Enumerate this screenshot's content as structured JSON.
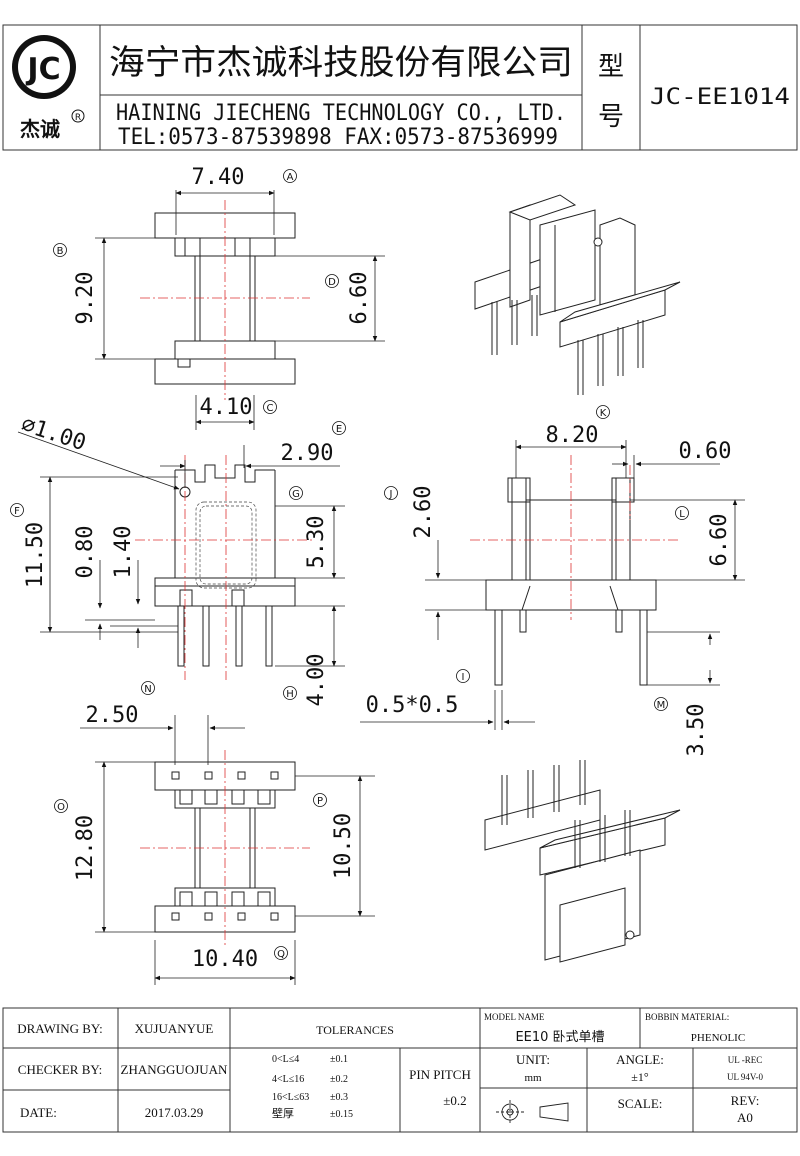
{
  "header": {
    "logo_text": "JC",
    "logo_caption": "杰诚",
    "registered_mark": "R",
    "company_cn": "海宁市杰诚科技股份有限公司",
    "company_en": "HAINING JIECHENG TECHNOLOGY CO., LTD.",
    "contact": "TEL:0573-87539898   FAX:0573-87536999",
    "type_label_1": "型",
    "type_label_2": "号",
    "model_no": "JC-EE1014"
  },
  "dimensions": {
    "d_740": "7.40",
    "d_920": "9.20",
    "d_660a": "6.60",
    "d_410": "4.10",
    "d_dia100": "∅1.00",
    "d_290": "2.90",
    "d_1150": "11.50",
    "d_080": "0.80",
    "d_140": "1.40",
    "d_530": "5.30",
    "d_400": "4.00",
    "d_820": "8.20",
    "d_060": "0.60",
    "d_260": "2.60",
    "d_660b": "6.60",
    "d_05x05": "0.5*0.5",
    "d_350": "3.50",
    "d_250": "2.50",
    "d_1280": "12.80",
    "d_1050": "10.50",
    "d_1040": "10.40"
  },
  "markers": {
    "A": "A",
    "B": "B",
    "C": "C",
    "D": "D",
    "E": "E",
    "F": "F",
    "G": "G",
    "H": "H",
    "I": "I",
    "J": "J",
    "K": "K",
    "L": "L",
    "M": "M",
    "N": "N",
    "O": "O",
    "P": "P",
    "Q": "Q"
  },
  "title_block": {
    "drawing_by_label": "DRAWING   BY:",
    "drawing_by_value": "XUJUANYUE",
    "checker_by_label": "CHECKER   BY:",
    "checker_by_value": "ZHANGGUOJUAN",
    "date_label": "DATE:",
    "date_value": "2017.03.29",
    "tolerances_label": "TOLERANCES",
    "tol_1_range": "0<L≤4",
    "tol_1_val": "±0.1",
    "tol_2_range": "4<L≤16",
    "tol_2_val": "±0.2",
    "tol_3_range": "16<L≤63",
    "tol_3_val": "±0.3",
    "tol_4_range": "壁厚",
    "tol_4_val": "±0.15",
    "pin_pitch_label": "PIN PITCH",
    "pin_pitch_value": "±0.2",
    "model_name_label": "MODEL NAME",
    "model_name_value": "EE10 卧式单槽",
    "unit_label": "UNIT:",
    "unit_value": "mm",
    "angle_label": "ANGLE:",
    "angle_value": "±1°",
    "scale_label": "SCALE:",
    "bobbin_material_label": "BOBBIN MATERIAL:",
    "bobbin_material_value": "PHENOLIC",
    "ul_1": "UL -REC",
    "ul_2": "UL  94V-0",
    "rev_label": "REV:",
    "rev_value": "A0"
  }
}
